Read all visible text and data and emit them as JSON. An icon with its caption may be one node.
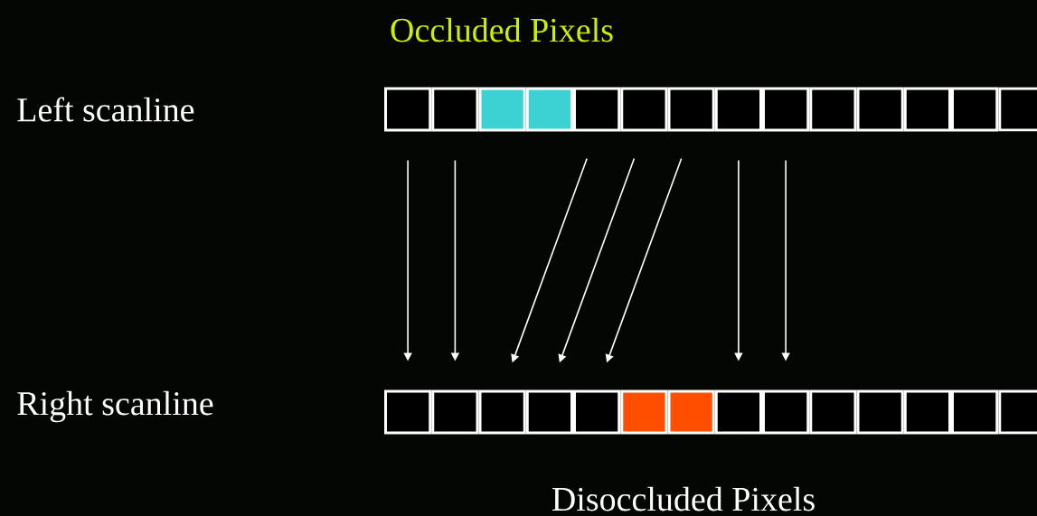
{
  "diagram": {
    "nodes": [
      {
        "text": [],
        "shape": "box"
      },
      {
        "text": [],
        "shape": "box"
      },
      {
        "text": [],
        "shape": "box"
      },
      {
        "text": [],
        "shape": "box"
      },
      {
        "text": [],
        "shape": "box"
      },
      {
        "text": [],
        "shape": "box"
      },
      {
        "text": [],
        "shape": "box"
      },
      {
        "text": [],
        "shape": "box"
      },
      {
        "text": [],
        "shape": "box"
      },
      {
        "text": [],
        "shape": "box"
      },
      {
        "text": [],
        "shape": "box"
      },
      {
        "text": [],
        "shape": "box"
      },
      {
        "text": [],
        "shape": "box"
      },
      {
        "text": [],
        "shape": "box"
      },
      {
        "text": [],
        "shape": "box"
      },
      {
        "text": [],
        "shape": "box"
      },
      {
        "text": [],
        "shape": "box"
      },
      {
        "text": [],
        "shape": "box"
      },
      {
        "text": [],
        "shape": "box"
      },
      {
        "text": [],
        "shape": "box"
      },
      {
        "text": [],
        "shape": "box"
      },
      {
        "text": [],
        "shape": "box"
      },
      {
        "text": [],
        "shape": "box"
      },
      {
        "text": [],
        "shape": "box"
      },
      {
        "text": [],
        "shape": "box"
      },
      {
        "text": [],
        "shape": "box"
      },
      {
        "text": [],
        "shape": "box"
      },
      {
        "text": [],
        "shape": "box"
      }
    ],
    "edges": [
      {
        "from": 0,
        "to": 14,
        "arrow": "to"
      },
      {
        "from": 1,
        "to": 15,
        "arrow": "to"
      },
      {
        "from": 4,
        "to": 16,
        "arrow": "to"
      },
      {
        "from": 5,
        "to": 17,
        "arrow": "to"
      },
      {
        "from": 6,
        "to": 18,
        "arrow": "to"
      },
      {
        "from": 7,
        "to": 21,
        "arrow": "to"
      },
      {
        "from": 8,
        "to": 22,
        "arrow": "to"
      }
    ],
    "labels": [
      "Occluded Pixels",
      "Left scanline",
      "Right scanline",
      "Disoccluded Pixels"
    ]
  }
}
